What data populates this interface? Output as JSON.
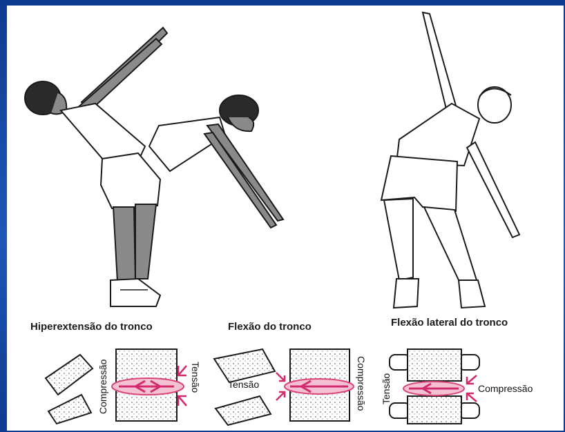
{
  "panels": [
    {
      "caption": "Hiperextensão do tronco",
      "labels": {
        "left": "Compressão",
        "right": "Tensão"
      }
    },
    {
      "caption": "Flexão do tronco",
      "labels": {
        "left": "Tensão",
        "right": "Compressão"
      }
    },
    {
      "caption": "Flexão lateral do tronco",
      "labels": {
        "left": "Tensão",
        "right": "Compressão"
      }
    }
  ],
  "colors": {
    "background": "#103c8c",
    "disc": "#d9447a",
    "disc_fill": "#f4c1d3",
    "arrow": "#d22a6c",
    "line": "#1a1a1a",
    "shade": "#8a8a8a"
  }
}
